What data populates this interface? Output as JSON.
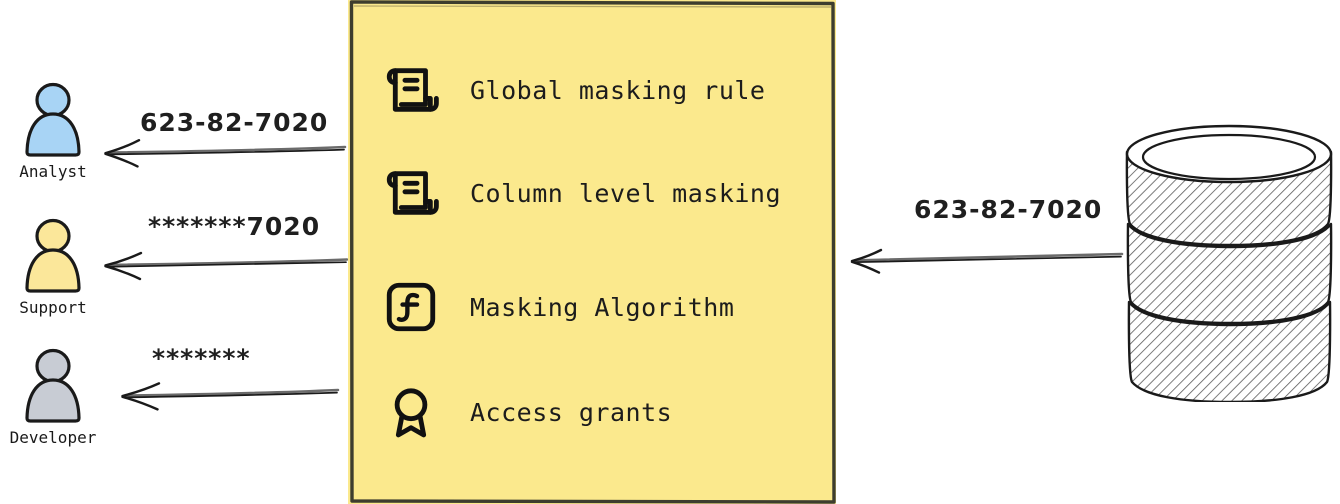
{
  "diagram": {
    "type": "data-masking-flow",
    "background_color": "#ffffff",
    "panel": {
      "fill_color": "#fbe98d",
      "border_color": "#3d3d2e",
      "items": [
        {
          "icon": "scroll-icon",
          "label": "Global masking rule"
        },
        {
          "icon": "scroll-icon",
          "label": "Column level masking"
        },
        {
          "icon": "function-icon",
          "label": "Masking Algorithm"
        },
        {
          "icon": "award-icon",
          "label": "Access grants"
        }
      ]
    },
    "actors": [
      {
        "name": "Analyst",
        "label": "Analyst",
        "color": "#a8d4f5",
        "flow_label": "623-82-7020"
      },
      {
        "name": "Support",
        "label": "Support",
        "color": "#fbe79a",
        "flow_label": "*******7020"
      },
      {
        "name": "Developer",
        "label": "Developer",
        "color": "#c8ccd4",
        "flow_label": "*******"
      }
    ],
    "source": {
      "name": "database",
      "icon": "database-cylinder-icon",
      "flow_label": "623-82-7020"
    }
  }
}
